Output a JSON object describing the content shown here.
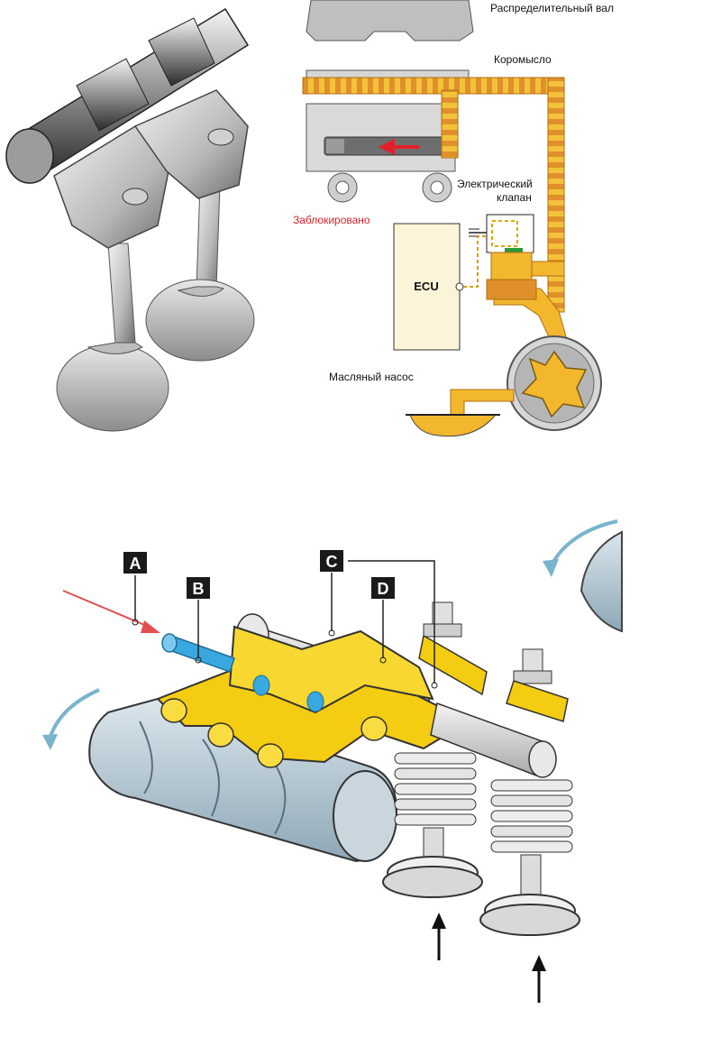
{
  "top_right_diagram": {
    "labels": {
      "camshaft": "Распределительный вал",
      "rocker_arm": "Коромысло",
      "solenoid_valve_line1": "Электрический",
      "solenoid_valve_line2": "клапан",
      "locked": "Заблокировано",
      "ecu": "ECU",
      "oil_pump": "Масляный насос"
    },
    "colors": {
      "oil": "#f2b72c",
      "oil_stripe": "#e08a1e",
      "locked_text": "#e0202a",
      "arrow": "#e0202a",
      "ecu_fill": "#fbf4d8",
      "metal": "#c8c8c8"
    }
  },
  "bottom_diagram": {
    "callouts": [
      {
        "letter": "A"
      },
      {
        "letter": "B"
      },
      {
        "letter": "C"
      },
      {
        "letter": "D"
      }
    ],
    "colors": {
      "rocker": "#f4cc12",
      "rocker_dark": "#d8a800",
      "pin": "#3aa8e0",
      "cam": "#b9cbd6",
      "spring": "#e6e6e6"
    }
  }
}
